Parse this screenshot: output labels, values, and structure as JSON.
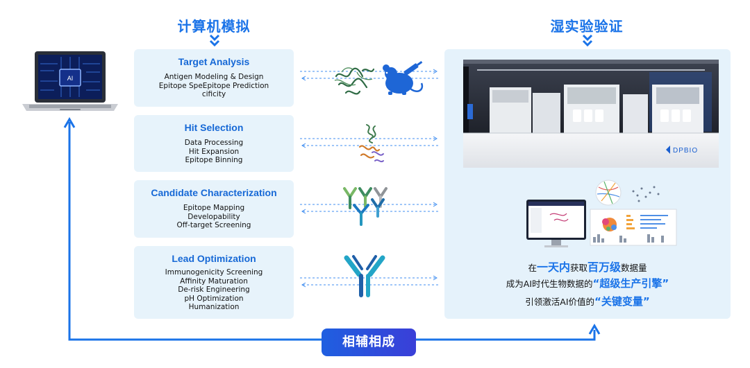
{
  "header": {
    "left_title": "计算机模拟",
    "right_title": "湿实验验证"
  },
  "laptop": {
    "screen_label": "AI"
  },
  "stages": [
    {
      "title": "Target Analysis",
      "items": [
        "Antigen Modeling & Design",
        "Epitope SpeEpitope Prediction",
        "cificity"
      ]
    },
    {
      "title": "Hit Selection",
      "items": [
        "Data Processing",
        "Hit Expansion",
        "Epitope Binning"
      ]
    },
    {
      "title": "Candidate Characterization",
      "items": [
        "Epitope Mapping",
        "Developability",
        "Off-target Screening"
      ]
    },
    {
      "title": "Lead Optimization",
      "items": [
        "Immunogenicity Screening",
        "Affinity Maturation",
        "De-risk Engineering",
        "pH Optimization",
        "Humanization"
      ]
    }
  ],
  "lab": {
    "brand": "DPBIO"
  },
  "claims": {
    "line1": {
      "pre": "在",
      "hl1": "一天内",
      "mid": "获取",
      "hl2": "百万级",
      "post": "数据量"
    },
    "line2": {
      "pre": "成为AI时代生物数据的",
      "hl": "“超级生产引擎”"
    },
    "line3": {
      "pre": "引领激活AI价值的",
      "hl": "“关键变量”"
    }
  },
  "footer": {
    "badge": "相辅相成"
  },
  "colors": {
    "accent": "#1a73e8",
    "panel": "#e5f2fb",
    "box": "#e7f3fb",
    "badge": "#2b52dc"
  }
}
